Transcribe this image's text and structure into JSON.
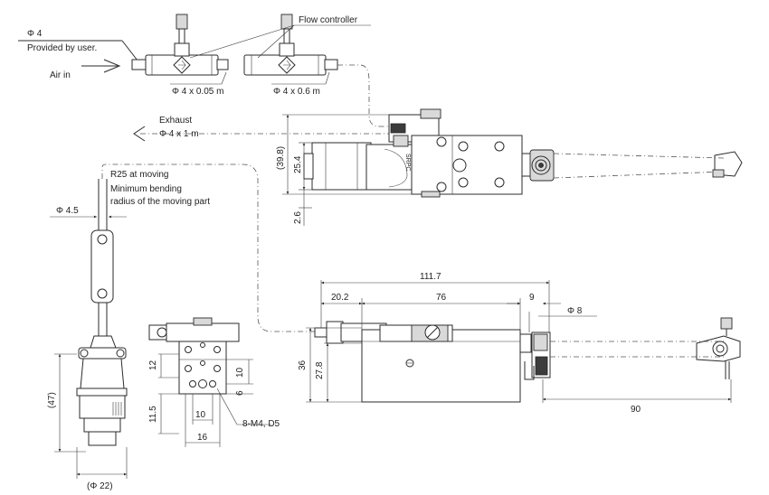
{
  "labels": {
    "phi4_user": "Φ 4",
    "provided_by_user": "Provided by user.",
    "air_in": "Air in",
    "flow_controller": "Flow controller",
    "tube_1": "Φ 4 x 0.05 m",
    "tube_2": "Φ 4 x 0.6 m",
    "exhaust": "Exhaust",
    "exhaust_tube": "Φ 4 x 1 m",
    "r25": "R25 at moving",
    "min_bend_1": "Minimum bending",
    "min_bend_2": "radius of the moving part",
    "phi45": "Φ 4.5",
    "thread": "8-M4, D5"
  },
  "dimensions": {
    "d_39_8": "(39.8)",
    "d_25_4": "25.4",
    "d_2_6": "2.6",
    "d_111_7": "111.7",
    "d_20_2": "20.2",
    "d_76": "76",
    "d_9": "9",
    "d_phi8": "Φ 8",
    "d_36": "36",
    "d_27_8": "27.8",
    "d_90": "90",
    "d_12": "12",
    "d_10v": "10",
    "d_6": "6",
    "d_11_5": "11.5",
    "d_10h": "10",
    "d_16": "16",
    "d_47": "(47)",
    "d_phi22": "(Φ 22)"
  }
}
